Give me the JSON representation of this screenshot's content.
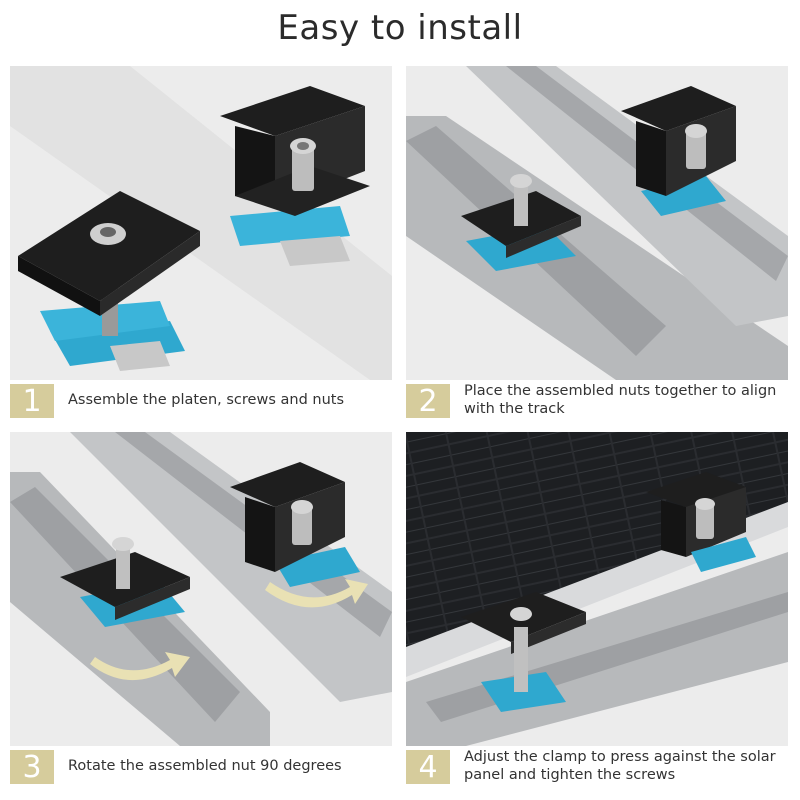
{
  "title": "Easy to install",
  "colors": {
    "badge": "#d6cc9c",
    "clamp": "#1c1c1c",
    "nut": "#2fa8cf",
    "rail": "#b9bbbd",
    "arrow": "#e9e1b4"
  },
  "steps": [
    {
      "number": "1",
      "text": "Assemble the platen, screws and nuts"
    },
    {
      "number": "2",
      "text": "Place the assembled nuts together to align with the track"
    },
    {
      "number": "3",
      "text": "Rotate the assembled nut 90 degrees"
    },
    {
      "number": "4",
      "text": "Adjust the clamp to press against the solar panel and tighten the screws"
    }
  ]
}
